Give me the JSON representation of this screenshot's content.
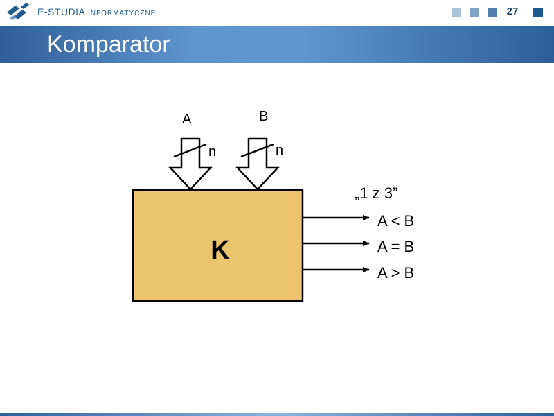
{
  "header": {
    "brand_main": "E-STUDIA",
    "brand_sub": "INFORMATYCZNE",
    "page_number": "27",
    "squares_colors": [
      "#a9c3db",
      "#7fa4c8",
      "#4f7fb0",
      "#1f5b8f"
    ]
  },
  "slide": {
    "title": "Komparator"
  },
  "diagram": {
    "block_label": "K",
    "block_color": "#ecc46e",
    "input_a_label": "A",
    "input_b_label": "B",
    "bus_width_a": "n",
    "bus_width_b": "n",
    "output_group_label": "„1 z 3”",
    "outputs": [
      "A < B",
      "A = B",
      "A > B"
    ]
  }
}
